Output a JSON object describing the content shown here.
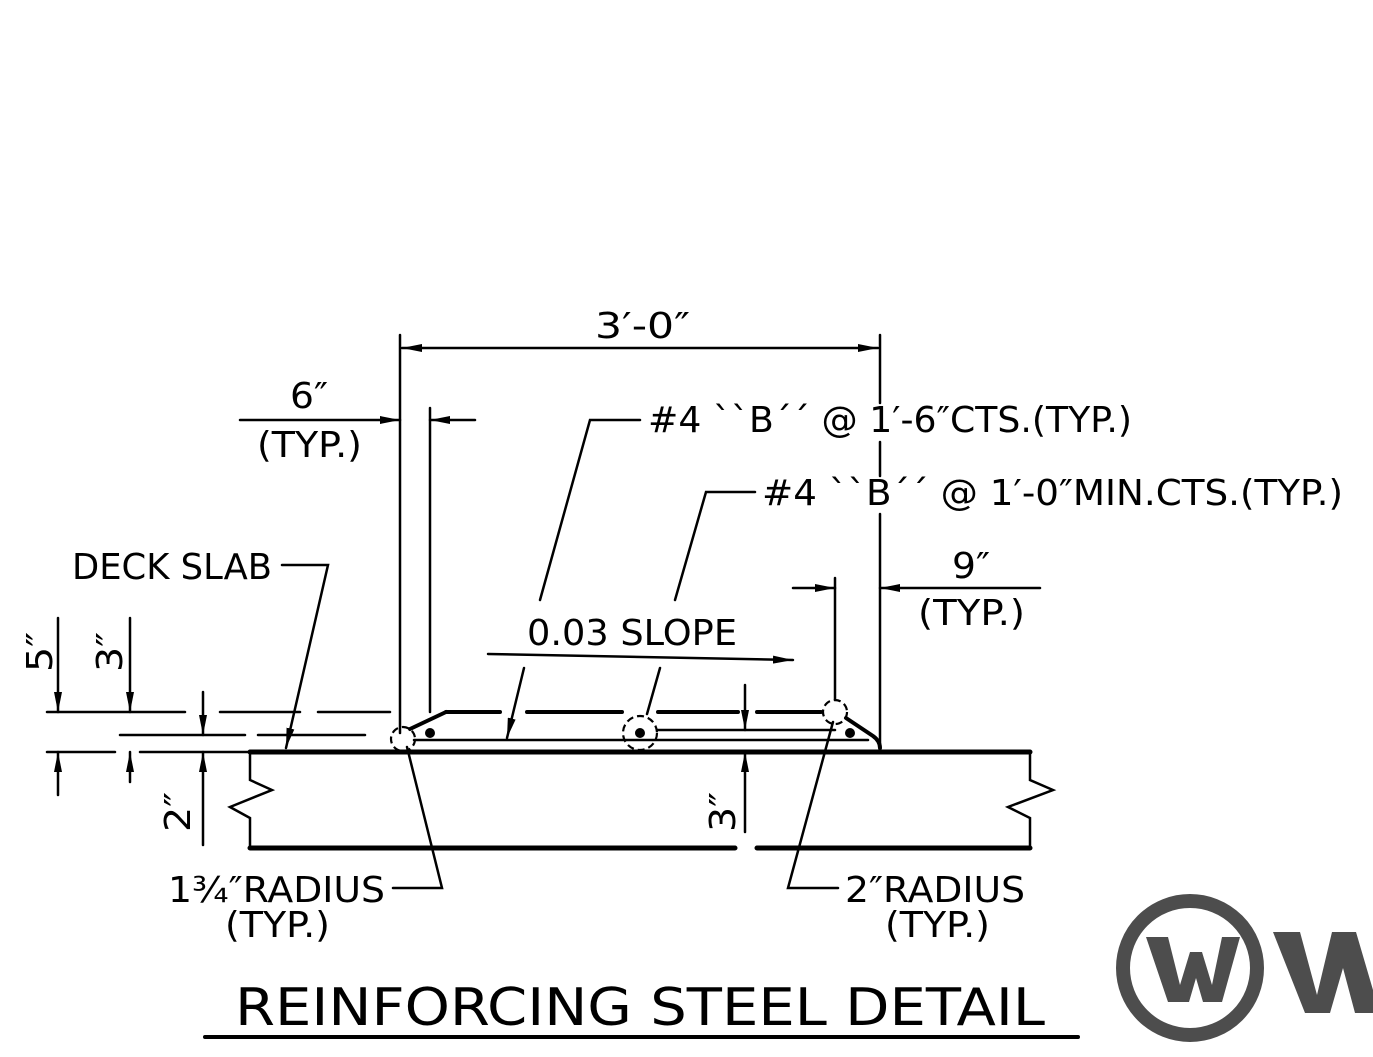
{
  "drawing": {
    "title": "REINFORCING STEEL DETAIL",
    "dimensions": {
      "overall_width": "3′-0″",
      "left_offset": "6″",
      "left_offset_note": "(TYP.)",
      "right_offset": "9″",
      "right_offset_note": "(TYP.)",
      "slab_overall": "5″",
      "slab_top": "3″",
      "bottom_left": "2″",
      "bottom_center": "3″"
    },
    "labels": {
      "bar_b_spacing": "#4 ``B´´ @ 1′-6″CTS.(TYP.)",
      "bar_b_min_spacing": "#4 ``B´´ @ 1′-0″MIN.CTS.(TYP.)",
      "deck_slab": "DECK SLAB",
      "slope": "0.03 SLOPE",
      "left_radius": "1¾″RADIUS",
      "left_radius_note": "(TYP.)",
      "right_radius": "2″RADIUS",
      "right_radius_note": "(TYP.)"
    }
  },
  "logo": {
    "lettering": "W",
    "color": "#4d4d4d"
  },
  "colors": {
    "ink": "#000000",
    "background": "#ffffff"
  }
}
